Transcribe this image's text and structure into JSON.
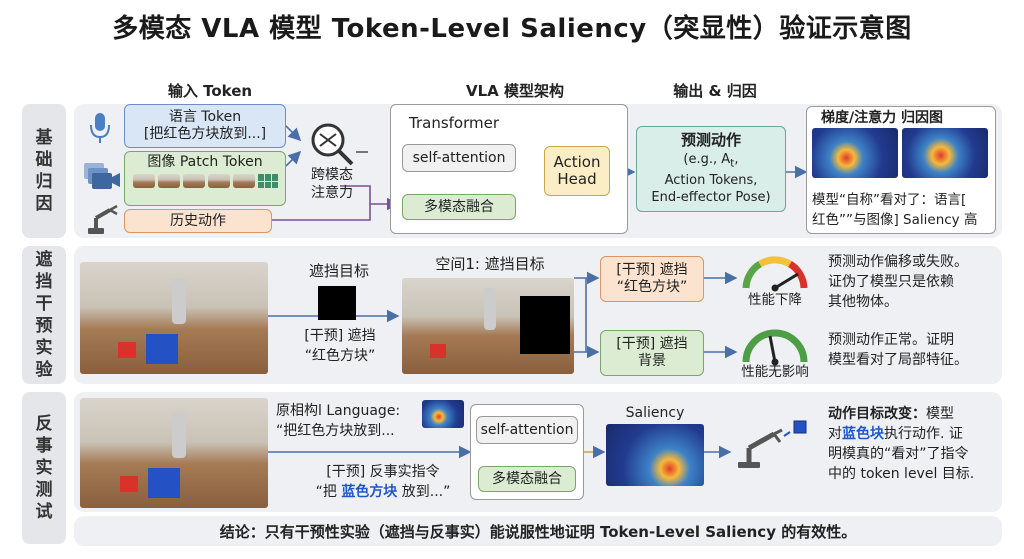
{
  "title": "多模态 VLA 模型 Token-Level Saliency（突显性）验证示意图",
  "headers": {
    "input": "输入 Token",
    "arch": "VLA 模型架构",
    "output": "输出 & 归因"
  },
  "row1": {
    "side": "基础归因",
    "lang_token_1": "语言 Token",
    "lang_token_2": "[把红色方块放到...]",
    "patch_token": "图像 Patch Token",
    "history": "历史动作",
    "cross_attn_1": "跨模态",
    "cross_attn_2": "注意力",
    "transformer": "Transformer",
    "self_attention": "self-attention",
    "fusion": "多模态融合",
    "action_head_1": "Action",
    "action_head_2": "Head",
    "pred_title": "预测动作",
    "pred_line1": "(e.g., A",
    "pred_sub": "t",
    "pred_line1b": ",",
    "pred_line2": "Action Tokens,",
    "pred_line3": "End-effector Pose)",
    "attr_title": "梯度/注意力 归因图",
    "attr_note_1": "模型“自称”看对了：语言[",
    "attr_note_2": "红色””与图像] Saliency 高"
  },
  "row2": {
    "side": "遮挡干预实验",
    "mask_target": "遮挡目标",
    "intervene_1": "[干预] 遮挡",
    "intervene_2": "“红色方块”",
    "space_label": "空间1: 遮挡目标",
    "branch1_1": "[干预] 遮挡",
    "branch1_2": "“红色方块”",
    "gauge1_label": "性能下降",
    "result1_1": "预测动作偏移或失败。",
    "result1_2": "证伪了模型只是依赖",
    "result1_3": "其他物体。",
    "branch2_1": "[干预] 遮挡",
    "branch2_2": "背景",
    "gauge2_label": "性能无影响",
    "result2_1": "预测动作正常。证明",
    "result2_2": "模型看对了局部特征。"
  },
  "row3": {
    "side": "反事实测试",
    "orig_1": "原相构l Language:",
    "orig_2": "“把红色方块放到...",
    "cf_1": "[干预] 反事实指令",
    "cf_2a": "“把 ",
    "cf_2b": "蓝色方块",
    "cf_2c": " 放到...”",
    "self_attention": "self-attention",
    "fusion": "多模态融合",
    "saliency": "Saliency",
    "result_1a": "动作目标改变：",
    "result_1b": "模型",
    "result_2a": "对",
    "result_2b": "蓝色块",
    "result_2c": "执行动作. 证",
    "result_3": "明模真的“看对”了指令",
    "result_4": "中的 token level 目标."
  },
  "conclusion": "结论：只有干预性实验（遮挡与反事实）能说服性地证明 Token-Level Saliency 的有效性。",
  "colors": {
    "blue": "#6b8fc5",
    "green": "#7aa66c",
    "orange": "#d99566",
    "red": "#d9322a",
    "cube_blue": "#2452c4"
  }
}
